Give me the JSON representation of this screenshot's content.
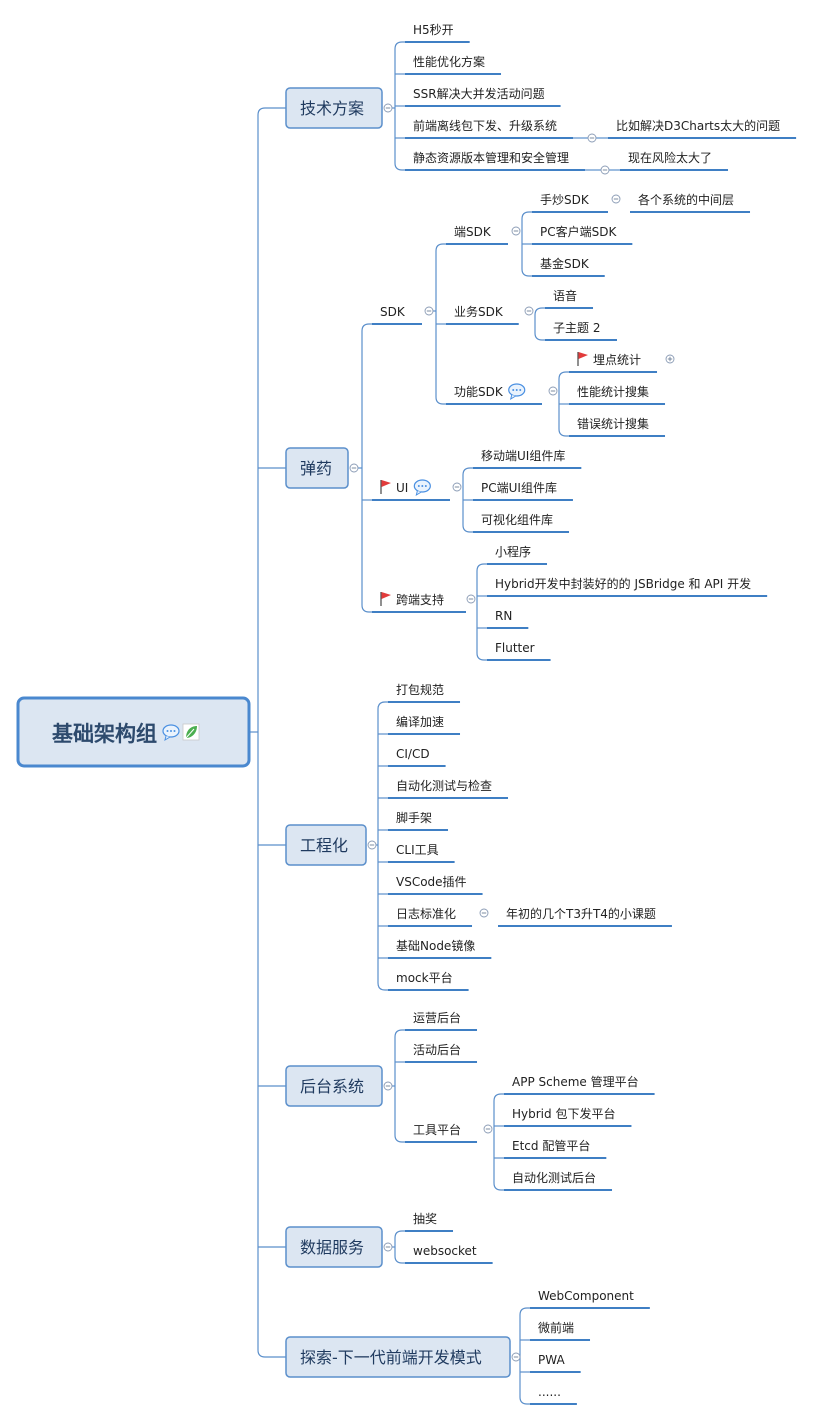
{
  "mindmap": {
    "root": {
      "label": "基础架构组",
      "icons": [
        "comment-icon",
        "leaf-note-icon"
      ]
    },
    "branches": [
      {
        "label": "技术方案",
        "children": [
          {
            "label": "H5秒开"
          },
          {
            "label": "性能优化方案"
          },
          {
            "label": "SSR解决大并发活动问题"
          },
          {
            "label": "前端离线包下发、升级系统",
            "children": [
              {
                "label": "比如解决D3Charts太大的问题"
              }
            ]
          },
          {
            "label": "静态资源版本管理和安全管理",
            "children": [
              {
                "label": "现在风险太大了"
              }
            ]
          }
        ]
      },
      {
        "label": "弹药",
        "children": [
          {
            "label": "SDK",
            "children": [
              {
                "label": "端SDK",
                "children": [
                  {
                    "label": "手炒SDK",
                    "children": [
                      {
                        "label": "各个系统的中间层"
                      }
                    ]
                  },
                  {
                    "label": "PC客户端SDK"
                  },
                  {
                    "label": "基金SDK"
                  }
                ]
              },
              {
                "label": "业务SDK",
                "children": [
                  {
                    "label": "语音"
                  },
                  {
                    "label": "子主题 2"
                  }
                ]
              },
              {
                "label": "功能SDK",
                "icons": [
                  "comment-icon"
                ],
                "children": [
                  {
                    "label": "埋点统计",
                    "icons": [
                      "flag-icon"
                    ],
                    "collapsed": true
                  },
                  {
                    "label": "性能统计搜集"
                  },
                  {
                    "label": "错误统计搜集"
                  }
                ]
              }
            ]
          },
          {
            "label": "UI",
            "icons": [
              "flag-icon",
              "comment-icon"
            ],
            "children": [
              {
                "label": "移动端UI组件库"
              },
              {
                "label": "PC端UI组件库"
              },
              {
                "label": "可视化组件库"
              }
            ]
          },
          {
            "label": "跨端支持",
            "icons": [
              "flag-icon"
            ],
            "children": [
              {
                "label": "小程序"
              },
              {
                "label": "Hybrid开发中封装好的的 JSBridge 和 API 开发"
              },
              {
                "label": "RN"
              },
              {
                "label": "Flutter"
              }
            ]
          }
        ]
      },
      {
        "label": "工程化",
        "children": [
          {
            "label": "打包规范"
          },
          {
            "label": "编译加速"
          },
          {
            "label": "CI/CD"
          },
          {
            "label": "自动化测试与检查"
          },
          {
            "label": "脚手架"
          },
          {
            "label": "CLI工具"
          },
          {
            "label": "VSCode插件"
          },
          {
            "label": "日志标准化",
            "children": [
              {
                "label": "年初的几个T3升T4的小课题"
              }
            ]
          },
          {
            "label": "基础Node镜像"
          },
          {
            "label": "mock平台"
          }
        ]
      },
      {
        "label": "后台系统",
        "children": [
          {
            "label": "运营后台"
          },
          {
            "label": "活动后台"
          },
          {
            "label": "工具平台",
            "children": [
              {
                "label": "APP Scheme 管理平台"
              },
              {
                "label": "Hybrid 包下发平台"
              },
              {
                "label": "Etcd 配管平台"
              },
              {
                "label": "自动化测试后台"
              }
            ]
          }
        ]
      },
      {
        "label": "数据服务",
        "children": [
          {
            "label": "抽奖"
          },
          {
            "label": "websocket"
          }
        ]
      },
      {
        "label": "探索-下一代前端开发模式",
        "children": [
          {
            "label": "WebComponent"
          },
          {
            "label": "微前端"
          },
          {
            "label": "PWA"
          },
          {
            "label": "......"
          }
        ]
      }
    ]
  },
  "colors": {
    "line": "#5b8fcb",
    "underline": "#3f7fc4",
    "box_fill": "#dce6f2",
    "box_border": "#5b8fcb",
    "root_fill": "#dce6f2",
    "root_border": "#4a88cf",
    "flag": "#e23b3b",
    "leaf_note": "#4caf50",
    "comment": "#4a90e2"
  }
}
